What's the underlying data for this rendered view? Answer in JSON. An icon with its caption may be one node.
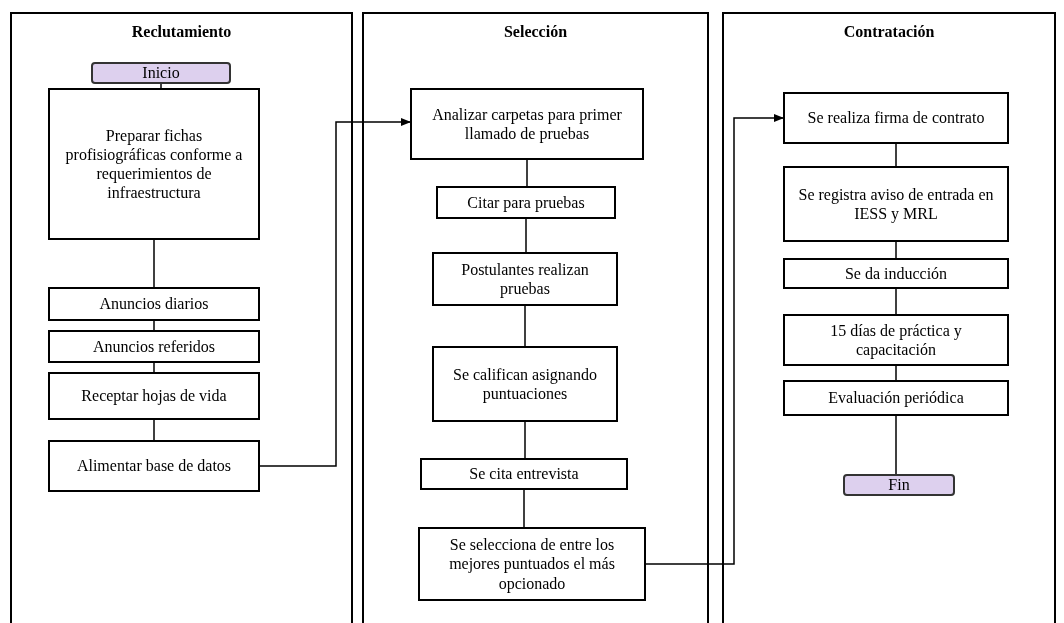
{
  "diagram": {
    "nodes": [
      {
        "text": [
          "Reclutamiento"
        ]
      },
      {
        "text": [
          "Inicio"
        ],
        "in": 0
      },
      {
        "text": [
          "Preparar fichas profisiográficas conforme a requerimientos de infraestructura"
        ],
        "in": 0
      },
      {
        "text": [
          "Anuncios diarios"
        ],
        "in": 0
      },
      {
        "text": [
          "Anuncios referidos"
        ],
        "in": 0
      },
      {
        "text": [
          "Receptar hojas de vida"
        ],
        "in": 0
      },
      {
        "text": [
          "Alimentar base de datos"
        ],
        "in": 0
      },
      {
        "text": [
          "Selección"
        ]
      },
      {
        "text": [
          "Analizar carpetas para primer llamado de pruebas"
        ],
        "in": 7
      },
      {
        "text": [
          "Citar para pruebas"
        ],
        "in": 7
      },
      {
        "text": [
          "Postulantes realizan pruebas"
        ],
        "in": 7
      },
      {
        "text": [
          "Se califican asignando puntuaciones"
        ],
        "in": 7
      },
      {
        "text": [
          "Se cita entrevista"
        ],
        "in": 7
      },
      {
        "text": [
          "Se selecciona de entre los mejores puntuados el más opcionado"
        ],
        "in": 7
      },
      {
        "text": [
          "Contratación"
        ]
      },
      {
        "text": [
          "Se realiza firma de contrato"
        ],
        "in": 14
      },
      {
        "text": [
          "Se registra aviso de entrada en IESS y MRL"
        ],
        "in": 14
      },
      {
        "text": [
          "Se da inducción"
        ],
        "in": 14
      },
      {
        "text": [
          "15 días de práctica y capacitación"
        ],
        "in": 14
      },
      {
        "text": [
          "Evaluación periódica"
        ],
        "in": 14
      },
      {
        "text": [
          "Fin"
        ],
        "in": 14
      }
    ],
    "edges": [
      {
        "from": 1,
        "to": 2,
        "arrow": "none"
      },
      {
        "from": 2,
        "to": 3,
        "arrow": "none"
      },
      {
        "from": 3,
        "to": 4,
        "arrow": "none"
      },
      {
        "from": 4,
        "to": 5,
        "arrow": "none"
      },
      {
        "from": 5,
        "to": 6,
        "arrow": "none"
      },
      {
        "from": 6,
        "to": 8,
        "arrow": "to"
      },
      {
        "from": 8,
        "to": 9,
        "arrow": "none"
      },
      {
        "from": 9,
        "to": 10,
        "arrow": "none"
      },
      {
        "from": 10,
        "to": 11,
        "arrow": "none"
      },
      {
        "from": 11,
        "to": 12,
        "arrow": "none"
      },
      {
        "from": 12,
        "to": 13,
        "arrow": "none"
      },
      {
        "from": 13,
        "to": 15,
        "arrow": "to"
      },
      {
        "from": 15,
        "to": 16,
        "arrow": "none"
      },
      {
        "from": 16,
        "to": 17,
        "arrow": "none"
      },
      {
        "from": 17,
        "to": 18,
        "arrow": "none"
      },
      {
        "from": 18,
        "to": 19,
        "arrow": "none"
      },
      {
        "from": 19,
        "to": 20,
        "arrow": "none"
      }
    ]
  }
}
